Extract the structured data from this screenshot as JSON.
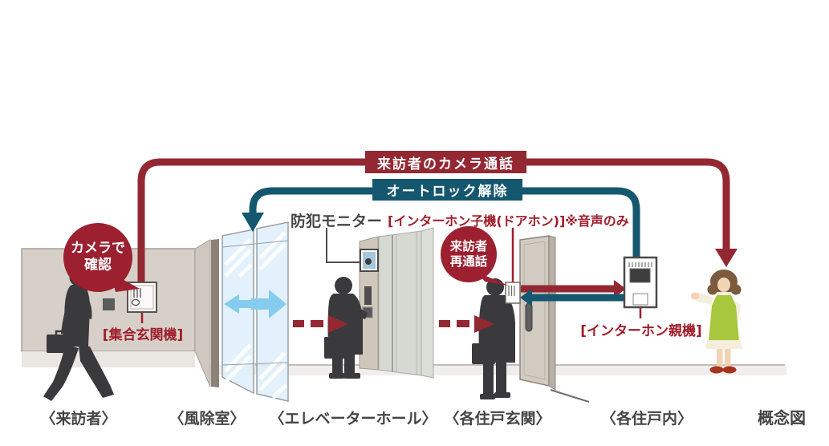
{
  "colors": {
    "flow-red": "#932832",
    "flow-teal": "#15576f",
    "bubble-red": "#9c2030",
    "label-red": "#a01e2c",
    "text-dark": "#454545",
    "glass-blue": "#85ccef"
  },
  "banners": {
    "camera_call": "来訪者のカメラ通話",
    "autolock_release": "オートロック解除"
  },
  "bubbles": {
    "camera_check": [
      "カメラで",
      "確認"
    ],
    "revisitor_call": [
      "来訪者",
      "再通話"
    ]
  },
  "device_labels": {
    "security_monitor": "防犯モニター",
    "doorphone_child": "[インターホン子機(ドアホン)]※音声のみ",
    "entrance_station": "[集合玄関機]",
    "master_station": "[インターホン親機]"
  },
  "area_labels": {
    "visitor": "〈来訪者〉",
    "windbreak_room": "〈風除室〉",
    "elevator_hall": "〈エレベーターホール〉",
    "unit_entrance": "〈各住戸玄関〉",
    "unit_interior": "〈各住戸内〉"
  },
  "footnote": "概念図"
}
